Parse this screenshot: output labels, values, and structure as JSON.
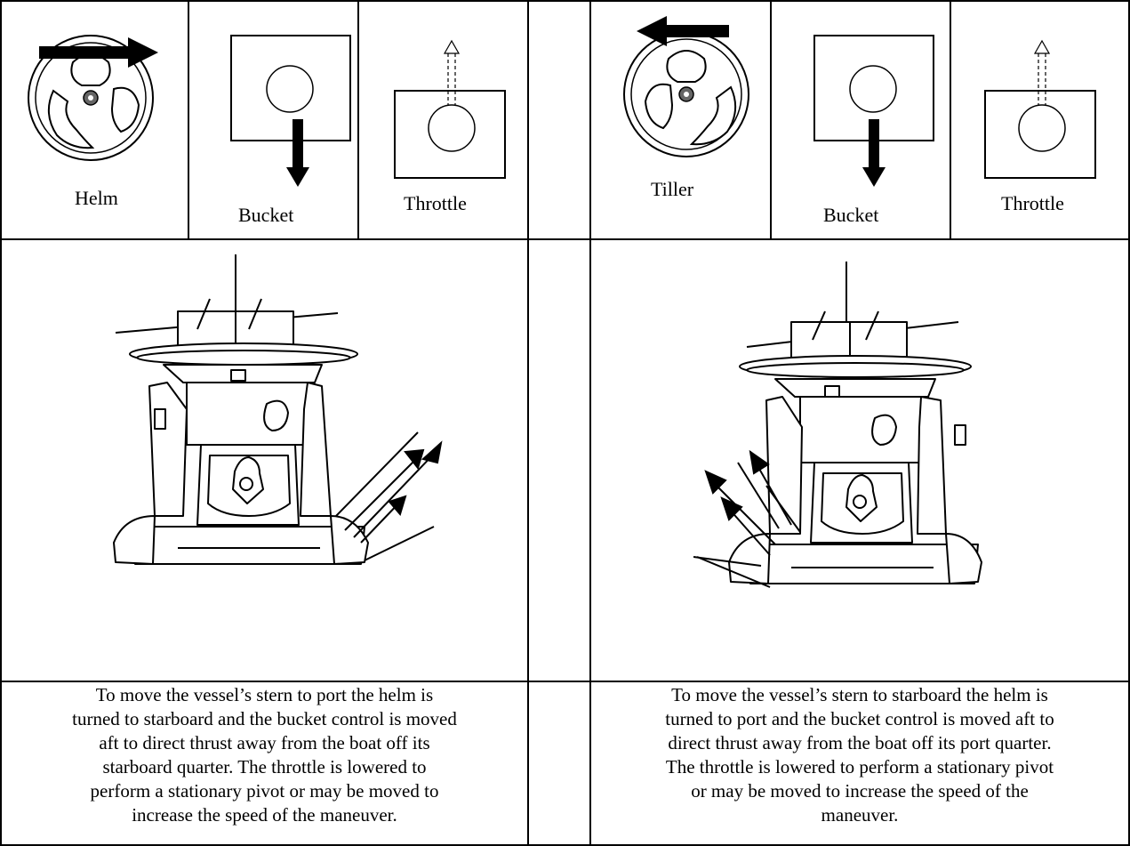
{
  "left": {
    "cells": {
      "control": "Helm",
      "bucket": "Bucket",
      "throttle": "Throttle"
    },
    "caption_lines": [
      "To move the vessel’s stern to port the helm is",
      "turned to starboard and the bucket control is moved",
      "aft to direct thrust away from the boat off its",
      "starboard quarter. The throttle is lowered to",
      "perform a stationary pivot or may be moved to",
      "increase the speed of the maneuver."
    ]
  },
  "right": {
    "cells": {
      "control": "Tiller",
      "bucket": "Bucket",
      "throttle": "Throttle"
    },
    "caption_lines": [
      "To move the vessel’s stern to starboard the helm is",
      "turned to port and the bucket control is moved aft to",
      "direct thrust away from the boat off its port quarter.",
      "The throttle is lowered to perform a stationary pivot",
      "or may be moved to increase the speed of the",
      "maneuver."
    ]
  }
}
